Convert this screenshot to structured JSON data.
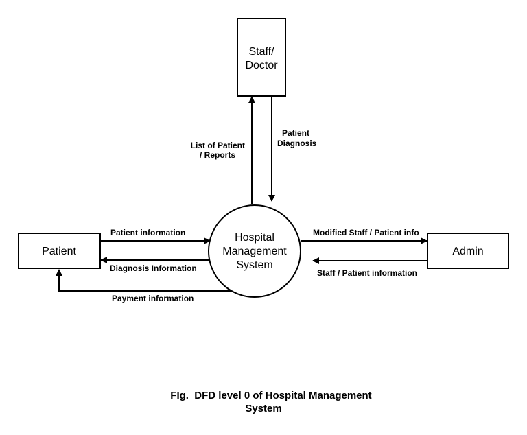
{
  "nodes": {
    "staff_doctor": {
      "line1": "Staff/",
      "line2": "Doctor"
    },
    "patient": {
      "label": "Patient"
    },
    "process": {
      "line1": "Hospital",
      "line2": "Management",
      "line3": "System"
    },
    "admin": {
      "label": "Admin"
    }
  },
  "flows": {
    "list_of_patient_reports": {
      "line1": "List of Patient",
      "line2": "/ Reports"
    },
    "patient_diagnosis": {
      "line1": "Patient",
      "line2": "Diagnosis"
    },
    "patient_information": {
      "label": "Patient information"
    },
    "diagnosis_information": {
      "label": "Diagnosis Information"
    },
    "payment_information": {
      "label": "Payment information"
    },
    "modified_staff_patient_info": {
      "label": "Modified Staff / Patient info"
    },
    "staff_patient_information": {
      "label": "Staff / Patient information"
    }
  },
  "caption": {
    "line1": "FIg.  DFD level 0 of Hospital Management",
    "line2": "System"
  }
}
